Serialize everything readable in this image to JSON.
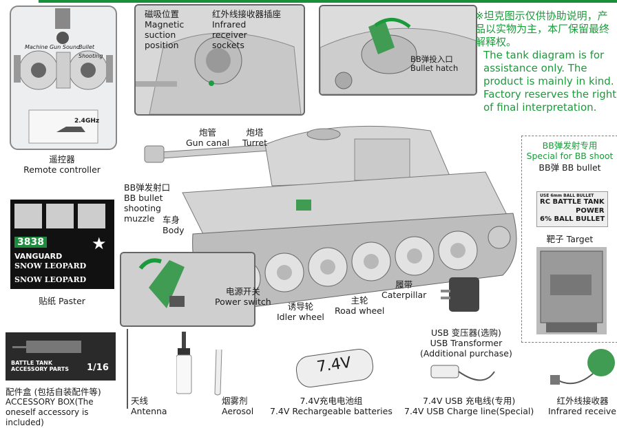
{
  "note": {
    "zh": "※坦克图示仅供协助说明，产品以实物为主，本厂保留最终解释权。",
    "en": "The tank diagram is for assistance only. The product is mainly in kind. Factory reserves the right of final interpretation."
  },
  "remote": {
    "zh": "遥控器",
    "en": "Remote controller",
    "device_labels": [
      "Machine Gun Sound",
      "Bullet Shooting",
      "2.4GHz"
    ]
  },
  "paster": {
    "zh": "贴纸 Paster",
    "sticker_texts": [
      "3838",
      "VANGUARD",
      "SNOW LEOPARD",
      "SNOW LEOPARD"
    ]
  },
  "accessory_box": {
    "zh": "配件盒 (包括自装配件等)",
    "en": "ACCESSORY BOX(The oneself accessory is included)",
    "box_texts": [
      "BATTLE TANK ACCESSORY PARTS",
      "1/16"
    ]
  },
  "inset_magnet": {
    "magnet": {
      "zh": "磁吸位置",
      "en": "Magnetic suction position"
    },
    "ir_socket": {
      "zh": "红外线接收器插座",
      "en": "Infrared receiver sockets"
    }
  },
  "bullet_hatch": {
    "zh": "BB弹投入口",
    "en": "Bullet hatch"
  },
  "gun": {
    "zh": "炮管",
    "en": "Gun canal"
  },
  "turret": {
    "zh": "炮塔",
    "en": "Turret"
  },
  "muzzle": {
    "zh": "BB弹发射口",
    "en": "BB bullet shooting muzzle"
  },
  "body": {
    "zh": "车身",
    "en": "Body"
  },
  "power": {
    "zh": "电源开关",
    "en": "Power switch"
  },
  "idler": {
    "zh": "诱导轮",
    "en": "Idler wheel"
  },
  "road": {
    "zh": "主轮",
    "en": "Road wheel"
  },
  "caterpillar": {
    "zh": "履带",
    "en": "Caterpillar"
  },
  "bb_special": {
    "zh": "BB弹发射专用",
    "en": "Special for BB shoot",
    "bullet": "BB弹 BB bullet",
    "card_lines": [
      "USE 6mm BALL BULLET",
      "RC BATTLE TANK",
      "POWER",
      "6% BALL BULLET"
    ],
    "target": "靶子 Target"
  },
  "usb_transformer": {
    "zh": "USB 变压器(选购)",
    "en": "USB Transformer",
    "note": "(Additional purchase)"
  },
  "antenna": {
    "zh": "天线",
    "en": "Antenna"
  },
  "aerosol": {
    "zh": "烟雾剂",
    "en": "Aerosol"
  },
  "battery": {
    "zh": "7.4V充电电池组",
    "en": "7.4V Rechargeable batteries",
    "printed": "7.4V"
  },
  "usb_line": {
    "zh": "7.4V USB 充电线(专用)",
    "en": "7.4V USB Charge line(Special)"
  },
  "ir_receiver": {
    "zh": "红外线接收器",
    "en": "Infrared receiver"
  },
  "colors": {
    "accent_green": "#1a9a3a",
    "highlight_green": "#3f9c52"
  }
}
